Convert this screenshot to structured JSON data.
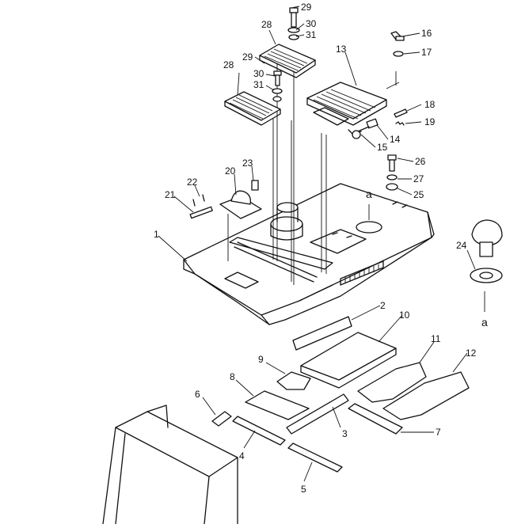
{
  "diagram": {
    "reference_letter": "a",
    "callouts": [
      {
        "id": "c1",
        "text": "1"
      },
      {
        "id": "c2",
        "text": "2"
      },
      {
        "id": "c3",
        "text": "3"
      },
      {
        "id": "c4",
        "text": "4"
      },
      {
        "id": "c5",
        "text": "5"
      },
      {
        "id": "c6",
        "text": "6"
      },
      {
        "id": "c7",
        "text": "7"
      },
      {
        "id": "c8",
        "text": "8"
      },
      {
        "id": "c9",
        "text": "9"
      },
      {
        "id": "c10",
        "text": "10"
      },
      {
        "id": "c11",
        "text": "11"
      },
      {
        "id": "c12",
        "text": "12"
      },
      {
        "id": "c13",
        "text": "13"
      },
      {
        "id": "c14",
        "text": "14"
      },
      {
        "id": "c15",
        "text": "15"
      },
      {
        "id": "c16",
        "text": "16"
      },
      {
        "id": "c17",
        "text": "17"
      },
      {
        "id": "c18",
        "text": "18"
      },
      {
        "id": "c19",
        "text": "19"
      },
      {
        "id": "c20",
        "text": "20"
      },
      {
        "id": "c21",
        "text": "21"
      },
      {
        "id": "c22",
        "text": "22"
      },
      {
        "id": "c23",
        "text": "23"
      },
      {
        "id": "c24",
        "text": "24"
      },
      {
        "id": "c25",
        "text": "25"
      },
      {
        "id": "c26",
        "text": "26"
      },
      {
        "id": "c27",
        "text": "27"
      },
      {
        "id": "c28a",
        "text": "28"
      },
      {
        "id": "c28b",
        "text": "28"
      },
      {
        "id": "c29a",
        "text": "29"
      },
      {
        "id": "c29b",
        "text": "29"
      },
      {
        "id": "c30a",
        "text": "30"
      },
      {
        "id": "c30b",
        "text": "30"
      },
      {
        "id": "c31a",
        "text": "31"
      },
      {
        "id": "c31b",
        "text": "31"
      }
    ]
  }
}
